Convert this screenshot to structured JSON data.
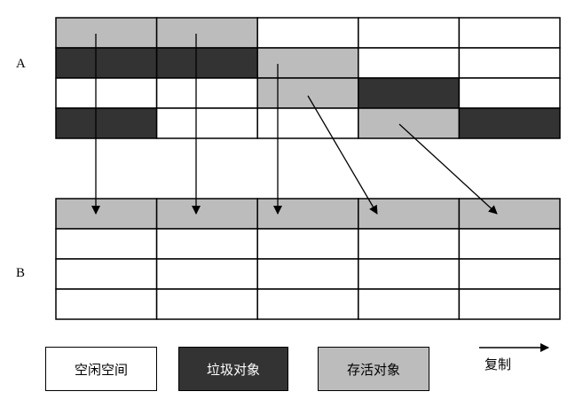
{
  "labels": {
    "region_a": "A",
    "region_b": "B"
  },
  "colors": {
    "free": "#ffffff",
    "garbage": "#333333",
    "alive": "#bcbcbc",
    "line": "#000000"
  },
  "grid_a": {
    "rows": [
      [
        "alive",
        "alive",
        "free",
        "free",
        "free"
      ],
      [
        "garbage",
        "garbage",
        "alive",
        "free",
        "free"
      ],
      [
        "free",
        "free",
        "alive",
        "garbage",
        "free"
      ],
      [
        "garbage",
        "free",
        "free",
        "alive",
        "garbage"
      ]
    ]
  },
  "grid_b": {
    "rows": [
      [
        "alive",
        "alive",
        "alive",
        "alive",
        "alive"
      ],
      [
        "free",
        "free",
        "free",
        "free",
        "free"
      ],
      [
        "free",
        "free",
        "free",
        "free",
        "free"
      ],
      [
        "free",
        "free",
        "free",
        "free",
        "free"
      ]
    ]
  },
  "copies": [
    {
      "from": [
        0,
        0
      ],
      "to": 0
    },
    {
      "from": [
        0,
        1
      ],
      "to": 1
    },
    {
      "from": [
        1,
        2
      ],
      "to": 2
    },
    {
      "from": [
        2,
        2
      ],
      "to": 3
    },
    {
      "from": [
        3,
        3
      ],
      "to": 4
    }
  ],
  "legend": [
    {
      "kind": "free",
      "label": "空闲空间"
    },
    {
      "kind": "garbage",
      "label": "垃圾对象"
    },
    {
      "kind": "alive",
      "label": "存活对象"
    }
  ],
  "copy_label": "复制"
}
